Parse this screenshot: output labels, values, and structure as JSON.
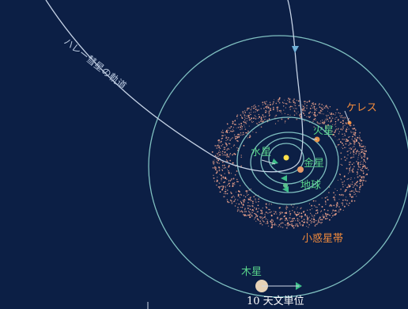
{
  "labels": {
    "comet_orbit": "ハレー彗星の軌道",
    "ceres": "ケレス",
    "mars": "火星",
    "mercury": "水星",
    "venus": "金星",
    "earth": "地球",
    "asteroid_belt": "小惑星帯",
    "jupiter": "木星",
    "scale": "10 天文単位"
  },
  "colors": {
    "background": "#0c1f45",
    "orbit": "#7fbfc0",
    "planet_label": "#58d38a",
    "belt_label": "#f08a3c",
    "asteroid_dot": "#f4a78f",
    "sun": "#ffe04a",
    "jupiter": "#e7d2b6",
    "comet_orbit": "#c6d3e6"
  }
}
